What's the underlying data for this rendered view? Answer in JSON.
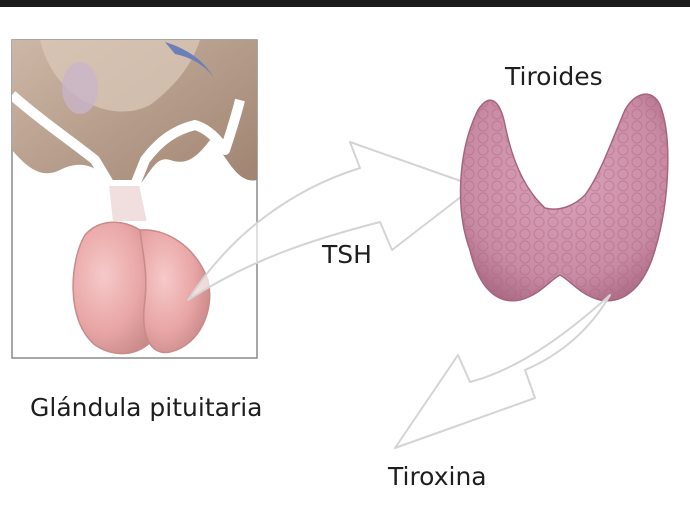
{
  "labels": {
    "thyroid": "Tiroides",
    "hormone_tsh": "TSH",
    "pituitary": "Glándula pituitaria",
    "hormone_thyroxine": "Tiroxina"
  },
  "colors": {
    "gland_pink": "#e9a6a6",
    "gland_shadow": "#c98a8a",
    "thyroid_tissue": "#c98aa4",
    "thyroid_dark": "#a6647e",
    "brain_tan": "#b59a86",
    "arrow_outline": "#d4d4d4",
    "border_gray": "#8a8a8a",
    "top_rule": "#1c1c1c"
  },
  "icons": {
    "tsh_arrow": "curved-arrow-right-icon",
    "thyroxine_arrow": "curved-arrow-down-left-icon"
  }
}
